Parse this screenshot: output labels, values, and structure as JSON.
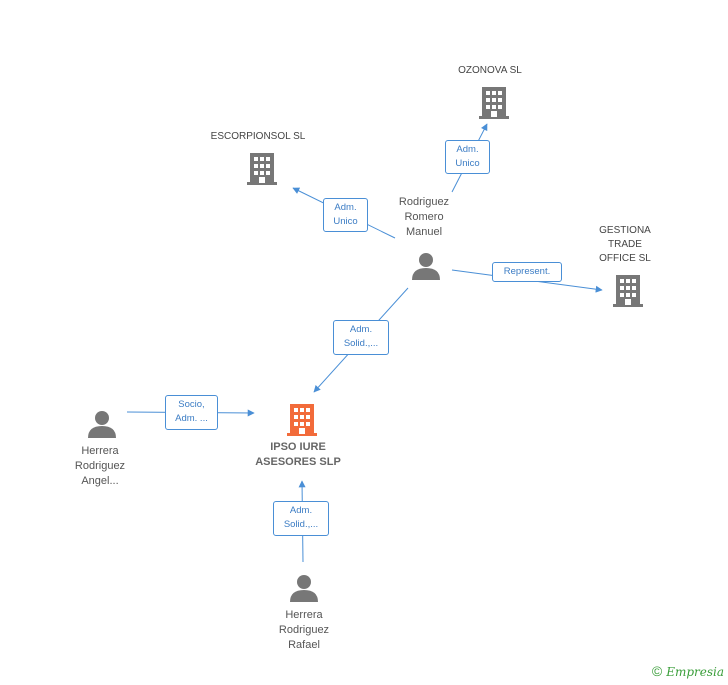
{
  "colors": {
    "edge": "#4a8fd6",
    "company": "#777777",
    "main_company": "#f26b3a",
    "person": "#777777",
    "brand": "#3a9e3a"
  },
  "nodes": {
    "ozonova": {
      "label": "OZONOVA  SL"
    },
    "escorpionsol": {
      "label": "ESCORPIONSOL SL"
    },
    "gestiona": {
      "label_lines": [
        "GESTIONA",
        "TRADE",
        "OFFICE SL"
      ]
    },
    "ipso": {
      "label_lines": [
        "IPSO IURE",
        "ASESORES SLP"
      ]
    },
    "rodriguez": {
      "label_lines": [
        "Rodriguez",
        "Romero",
        "Manuel"
      ]
    },
    "herrera_angel": {
      "label_lines": [
        "Herrera",
        "Rodriguez",
        "Angel..."
      ]
    },
    "herrera_rafael": {
      "label_lines": [
        "Herrera",
        "Rodriguez",
        "Rafael"
      ]
    }
  },
  "edges": {
    "rodriguez_ozonova": {
      "lines": [
        "Adm.",
        "Unico"
      ]
    },
    "rodriguez_escorpionsol": {
      "lines": [
        "Adm.",
        "Unico"
      ]
    },
    "rodriguez_gestiona": {
      "lines": [
        "Represent."
      ]
    },
    "rodriguez_ipso": {
      "lines": [
        "Adm.",
        "Solid.,..."
      ]
    },
    "angel_ipso": {
      "lines": [
        "Socio,",
        "Adm. ..."
      ]
    },
    "rafael_ipso": {
      "lines": [
        "Adm.",
        "Solid.,..."
      ]
    }
  },
  "footer": {
    "copyright": "©",
    "brand": "Empresia"
  }
}
